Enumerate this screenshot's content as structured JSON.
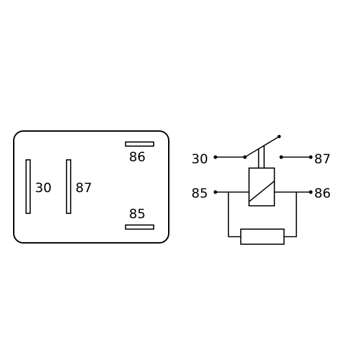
{
  "diagram": {
    "title": "",
    "footprint": {
      "pins": [
        {
          "label": "30"
        },
        {
          "label": "87"
        },
        {
          "label": "86"
        },
        {
          "label": "85"
        }
      ]
    },
    "schematic": {
      "terminals": [
        {
          "label": "30"
        },
        {
          "label": "87"
        },
        {
          "label": "85"
        },
        {
          "label": "86"
        }
      ]
    }
  }
}
